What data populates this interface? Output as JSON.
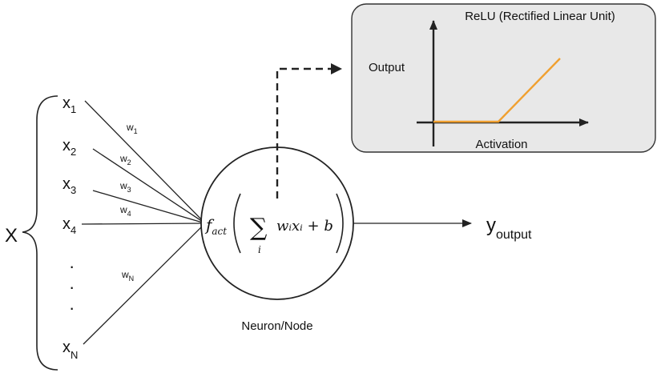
{
  "inputs": {
    "group_label": "X",
    "items": [
      {
        "base": "x",
        "sub": "1"
      },
      {
        "base": "x",
        "sub": "2"
      },
      {
        "base": "x",
        "sub": "3"
      },
      {
        "base": "x",
        "sub": "4"
      },
      {
        "base": "x",
        "sub": "N"
      }
    ],
    "ellipsis": [
      "·",
      "·",
      "·"
    ]
  },
  "weights": [
    {
      "base": "w",
      "sub": "1"
    },
    {
      "base": "w",
      "sub": "2"
    },
    {
      "base": "w",
      "sub": "3"
    },
    {
      "base": "w",
      "sub": "4"
    },
    {
      "base": "w",
      "sub": "N"
    }
  ],
  "neuron": {
    "label": "Neuron/Node",
    "formula": {
      "f": "f",
      "f_sub": "act",
      "sum": "∑",
      "sum_sub": "i",
      "term": "wᵢxᵢ + b"
    }
  },
  "output": {
    "base": "y",
    "sub": "output"
  },
  "relu_panel": {
    "title": "ReLU (Rectified Linear Unit)",
    "y_label": "Output",
    "x_label": "Activation",
    "colors": {
      "panel_bg": "#e8e8e8",
      "curve": "#f0a030"
    }
  }
}
